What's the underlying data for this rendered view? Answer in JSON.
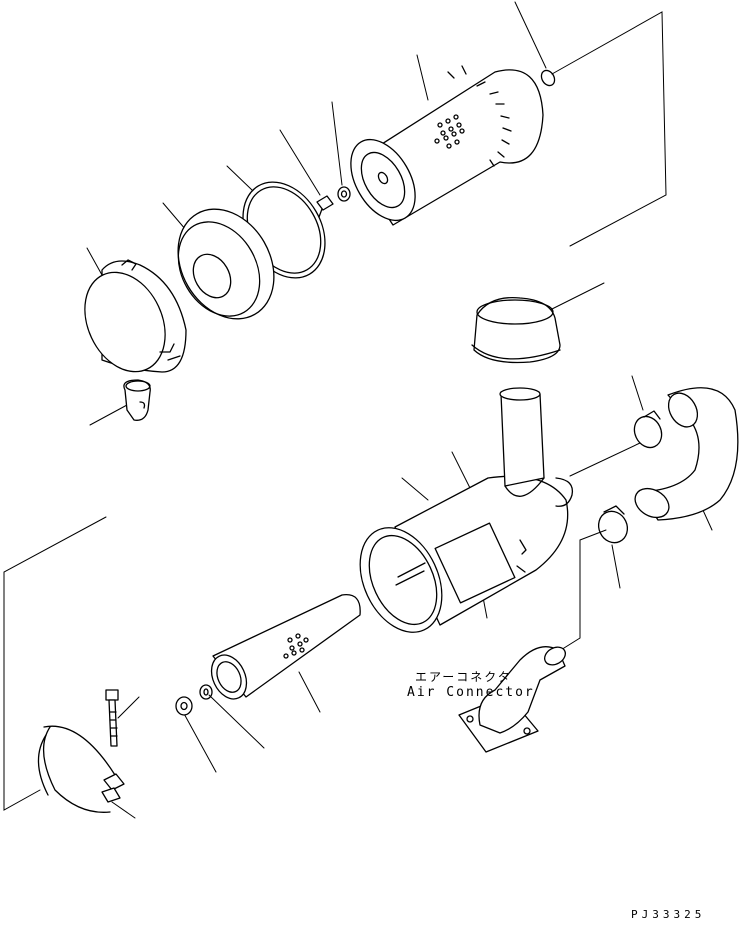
{
  "labels": {
    "air_connector_jp": "エアーコネクタ",
    "air_connector_en": "Air Connector",
    "drawing_code": "PJ33325"
  }
}
